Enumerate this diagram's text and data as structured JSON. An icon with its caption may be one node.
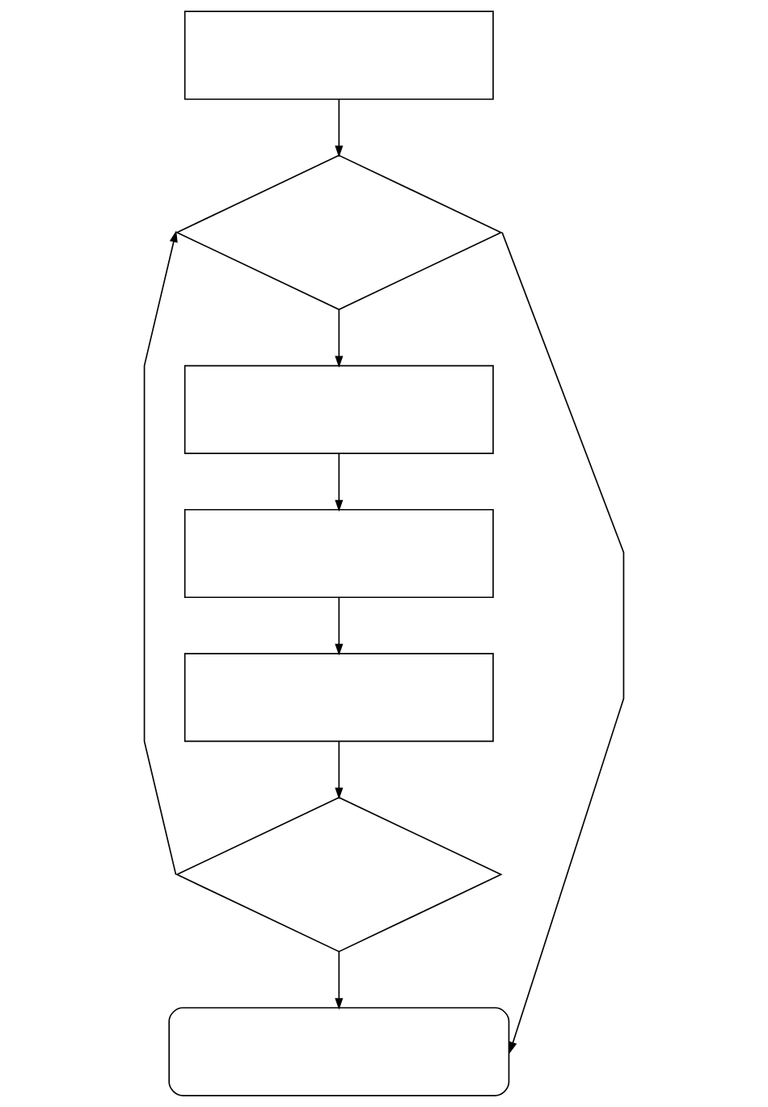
{
  "diagram": {
    "nodes": [
      {
        "text": [],
        "shape": "box"
      },
      {
        "text": [],
        "shape": "diamond"
      },
      {
        "text": [],
        "shape": "box"
      },
      {
        "text": [],
        "shape": "box"
      },
      {
        "text": [],
        "shape": "box"
      },
      {
        "text": [],
        "shape": "diamond"
      },
      {
        "text": [],
        "shape": "box"
      }
    ],
    "edges": [
      {
        "from": 0,
        "to": 1,
        "arrow": "to"
      },
      {
        "from": 1,
        "to": 2,
        "arrow": "to"
      },
      {
        "from": 1,
        "to": 6,
        "arrow": "to"
      },
      {
        "from": 2,
        "to": 3,
        "arrow": "to"
      },
      {
        "from": 3,
        "to": 4,
        "arrow": "to"
      },
      {
        "from": 4,
        "to": 5,
        "arrow": "to"
      },
      {
        "from": 5,
        "to": 1,
        "arrow": "to"
      },
      {
        "from": 5,
        "to": 6,
        "arrow": "to"
      }
    ]
  }
}
